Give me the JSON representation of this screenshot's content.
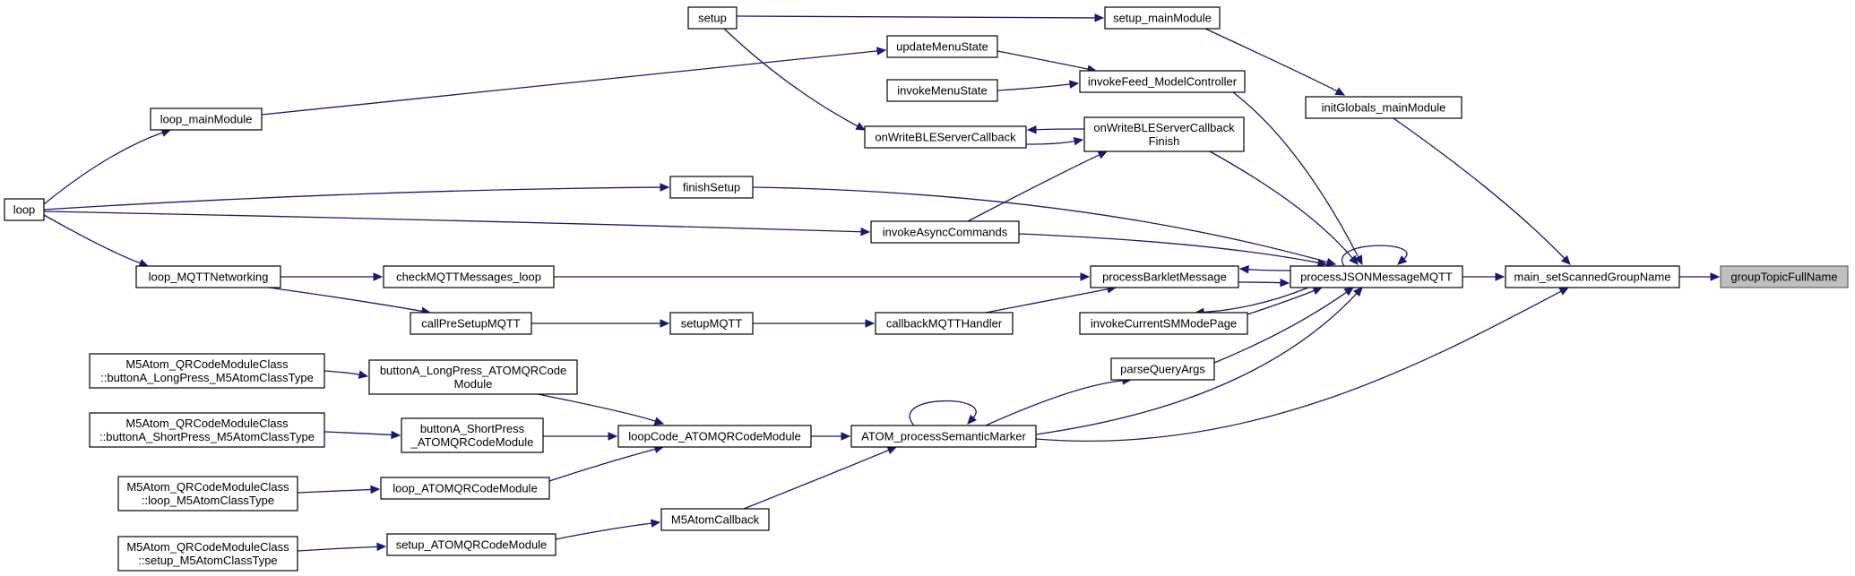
{
  "diagram": {
    "type": "call-graph",
    "colors": {
      "edge": "#191970",
      "node_border": "#000000",
      "highlight_fill": "#bfbfbf",
      "background": "#ffffff"
    },
    "nodes": [
      {
        "id": "groupTopicFullName",
        "lines": [
          "groupTopicFullName"
        ],
        "highlight": true
      },
      {
        "id": "main_setScannedGroupName",
        "lines": [
          "main_setScannedGroupName"
        ]
      },
      {
        "id": "initGlobals_mainModule",
        "lines": [
          "initGlobals_mainModule"
        ]
      },
      {
        "id": "setup_mainModule",
        "lines": [
          "setup_mainModule"
        ]
      },
      {
        "id": "setup",
        "lines": [
          "setup"
        ]
      },
      {
        "id": "processJSONMessageMQTT",
        "lines": [
          "processJSONMessageMQTT"
        ]
      },
      {
        "id": "invokeFeed_ModelController",
        "lines": [
          "invokeFeed_ModelController"
        ]
      },
      {
        "id": "onWriteBLEServerCallbackFinish",
        "lines": [
          "onWriteBLEServerCallback",
          "Finish"
        ]
      },
      {
        "id": "onWriteBLEServerCallback",
        "lines": [
          "onWriteBLEServerCallback"
        ]
      },
      {
        "id": "updateMenuState",
        "lines": [
          "updateMenuState"
        ]
      },
      {
        "id": "invokeMenuState",
        "lines": [
          "invokeMenuState"
        ]
      },
      {
        "id": "loop_mainModule",
        "lines": [
          "loop_mainModule"
        ]
      },
      {
        "id": "loop",
        "lines": [
          "loop"
        ]
      },
      {
        "id": "finishSetup",
        "lines": [
          "finishSetup"
        ]
      },
      {
        "id": "invokeAsyncCommands",
        "lines": [
          "invokeAsyncCommands"
        ]
      },
      {
        "id": "processBarkletMessage",
        "lines": [
          "processBarkletMessage"
        ]
      },
      {
        "id": "checkMQTTMessages_loop",
        "lines": [
          "checkMQTTMessages_loop"
        ]
      },
      {
        "id": "loop_MQTTNetworking",
        "lines": [
          "loop_MQTTNetworking"
        ]
      },
      {
        "id": "callbackMQTTHandler",
        "lines": [
          "callbackMQTTHandler"
        ]
      },
      {
        "id": "setupMQTT",
        "lines": [
          "setupMQTT"
        ]
      },
      {
        "id": "callPreSetupMQTT",
        "lines": [
          "callPreSetupMQTT"
        ]
      },
      {
        "id": "invokeCurrentSMModePage",
        "lines": [
          "invokeCurrentSMModePage"
        ]
      },
      {
        "id": "parseQueryArgs",
        "lines": [
          "parseQueryArgs"
        ]
      },
      {
        "id": "ATOM_processSemanticMarker",
        "lines": [
          "ATOM_processSemanticMarker"
        ]
      },
      {
        "id": "loopCode_ATOMQRCodeModule",
        "lines": [
          "loopCode_ATOMQRCodeModule"
        ]
      },
      {
        "id": "buttonA_LongPress_ATOMQRCodeModule",
        "lines": [
          "buttonA_LongPress_ATOMQRCode",
          "Module"
        ]
      },
      {
        "id": "M5Atom_LongPress",
        "lines": [
          "M5Atom_QRCodeModuleClass",
          "::buttonA_LongPress_M5AtomClassType"
        ]
      },
      {
        "id": "buttonA_ShortPress_ATOMQRCodeModule",
        "lines": [
          "buttonA_ShortPress",
          "_ATOMQRCodeModule"
        ]
      },
      {
        "id": "M5Atom_ShortPress",
        "lines": [
          "M5Atom_QRCodeModuleClass",
          "::buttonA_ShortPress_M5AtomClassType"
        ]
      },
      {
        "id": "loop_ATOMQRCodeModule",
        "lines": [
          "loop_ATOMQRCodeModule"
        ]
      },
      {
        "id": "M5Atom_loop",
        "lines": [
          "M5Atom_QRCodeModuleClass",
          "::loop_M5AtomClassType"
        ]
      },
      {
        "id": "M5AtomCallback",
        "lines": [
          "M5AtomCallback"
        ]
      },
      {
        "id": "setup_ATOMQRCodeModule",
        "lines": [
          "setup_ATOMQRCodeModule"
        ]
      },
      {
        "id": "M5Atom_setup",
        "lines": [
          "M5Atom_QRCodeModuleClass",
          "::setup_M5AtomClassType"
        ]
      }
    ],
    "edges": [
      {
        "from": "main_setScannedGroupName",
        "to": "groupTopicFullName"
      },
      {
        "from": "initGlobals_mainModule",
        "to": "main_setScannedGroupName"
      },
      {
        "from": "setup_mainModule",
        "to": "initGlobals_mainModule"
      },
      {
        "from": "setup",
        "to": "setup_mainModule"
      },
      {
        "from": "processJSONMessageMQTT",
        "to": "main_setScannedGroupName"
      },
      {
        "from": "processJSONMessageMQTT",
        "to": "processJSONMessageMQTT"
      },
      {
        "from": "invokeFeed_ModelController",
        "to": "processJSONMessageMQTT"
      },
      {
        "from": "updateMenuState",
        "to": "invokeFeed_ModelController"
      },
      {
        "from": "invokeMenuState",
        "to": "invokeFeed_ModelController"
      },
      {
        "from": "onWriteBLEServerCallbackFinish",
        "to": "processJSONMessageMQTT"
      },
      {
        "from": "onWriteBLEServerCallback",
        "to": "onWriteBLEServerCallbackFinish"
      },
      {
        "from": "onWriteBLEServerCallbackFinish",
        "to": "onWriteBLEServerCallback"
      },
      {
        "from": "setup",
        "to": "onWriteBLEServerCallback"
      },
      {
        "from": "loop_mainModule",
        "to": "updateMenuState"
      },
      {
        "from": "loop",
        "to": "loop_mainModule"
      },
      {
        "from": "loop",
        "to": "finishSetup"
      },
      {
        "from": "finishSetup",
        "to": "processJSONMessageMQTT"
      },
      {
        "from": "loop",
        "to": "invokeAsyncCommands"
      },
      {
        "from": "invokeAsyncCommands",
        "to": "processJSONMessageMQTT"
      },
      {
        "from": "invokeAsyncCommands",
        "to": "onWriteBLEServerCallbackFinish"
      },
      {
        "from": "loop",
        "to": "loop_MQTTNetworking"
      },
      {
        "from": "loop_MQTTNetworking",
        "to": "checkMQTTMessages_loop"
      },
      {
        "from": "checkMQTTMessages_loop",
        "to": "processBarkletMessage"
      },
      {
        "from": "processBarkletMessage",
        "to": "processJSONMessageMQTT"
      },
      {
        "from": "processJSONMessageMQTT",
        "to": "processBarkletMessage"
      },
      {
        "from": "callbackMQTTHandler",
        "to": "processBarkletMessage"
      },
      {
        "from": "setupMQTT",
        "to": "callbackMQTTHandler"
      },
      {
        "from": "callPreSetupMQTT",
        "to": "setupMQTT"
      },
      {
        "from": "loop_MQTTNetworking",
        "to": "callPreSetupMQTT"
      },
      {
        "from": "invokeCurrentSMModePage",
        "to": "processJSONMessageMQTT"
      },
      {
        "from": "processJSONMessageMQTT",
        "to": "invokeCurrentSMModePage"
      },
      {
        "from": "parseQueryArgs",
        "to": "processJSONMessageMQTT"
      },
      {
        "from": "ATOM_processSemanticMarker",
        "to": "parseQueryArgs"
      },
      {
        "from": "ATOM_processSemanticMarker",
        "to": "processJSONMessageMQTT"
      },
      {
        "from": "ATOM_processSemanticMarker",
        "to": "main_setScannedGroupName"
      },
      {
        "from": "ATOM_processSemanticMarker",
        "to": "ATOM_processSemanticMarker"
      },
      {
        "from": "loopCode_ATOMQRCodeModule",
        "to": "ATOM_processSemanticMarker"
      },
      {
        "from": "buttonA_LongPress_ATOMQRCodeModule",
        "to": "loopCode_ATOMQRCodeModule"
      },
      {
        "from": "M5Atom_LongPress",
        "to": "buttonA_LongPress_ATOMQRCodeModule"
      },
      {
        "from": "buttonA_ShortPress_ATOMQRCodeModule",
        "to": "loopCode_ATOMQRCodeModule"
      },
      {
        "from": "M5Atom_ShortPress",
        "to": "buttonA_ShortPress_ATOMQRCodeModule"
      },
      {
        "from": "loop_ATOMQRCodeModule",
        "to": "loopCode_ATOMQRCodeModule"
      },
      {
        "from": "M5Atom_loop",
        "to": "loop_ATOMQRCodeModule"
      },
      {
        "from": "M5AtomCallback",
        "to": "ATOM_processSemanticMarker"
      },
      {
        "from": "setup_ATOMQRCodeModule",
        "to": "M5AtomCallback"
      },
      {
        "from": "M5Atom_setup",
        "to": "setup_ATOMQRCodeModule"
      }
    ]
  }
}
